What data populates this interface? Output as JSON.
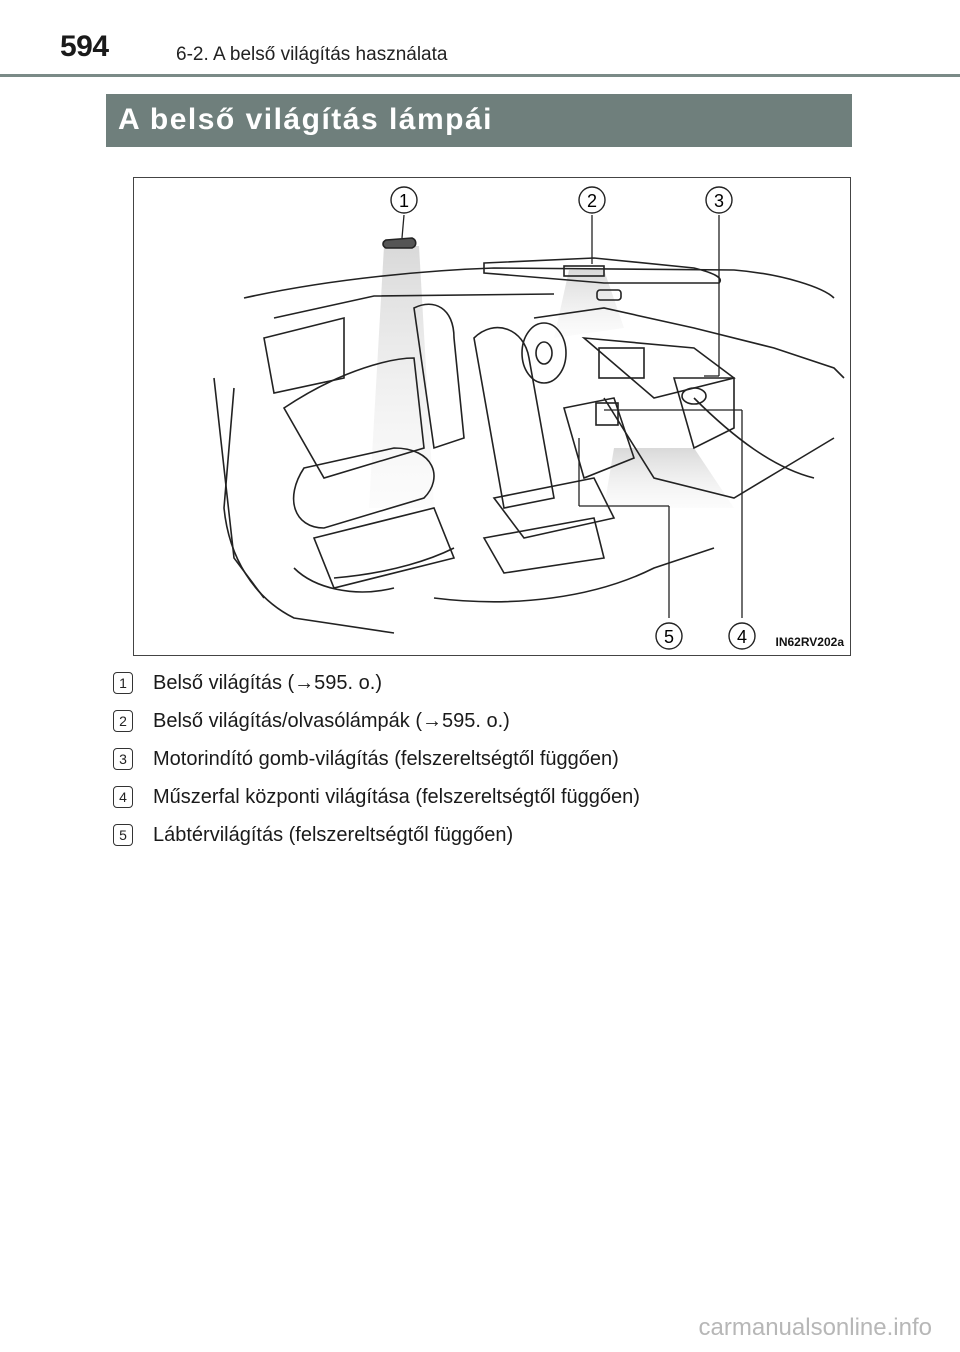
{
  "header": {
    "page_number": "594",
    "section_path": "6-2. A belső világítás használata"
  },
  "title": "A belső világítás lámpái",
  "figure": {
    "code": "IN62RV202a",
    "callouts": [
      "1",
      "2",
      "3",
      "4",
      "5"
    ]
  },
  "legend": [
    {
      "num": "1",
      "text": "Belső világítás (→595. o.)"
    },
    {
      "num": "2",
      "text": "Belső világítás/olvasólámpák (→595. o.)"
    },
    {
      "num": "3",
      "text": "Motorindító gomb-világítás (felszereltségtől függően)"
    },
    {
      "num": "4",
      "text": "Műszerfal központi világítása (felszereltségtől függően)"
    },
    {
      "num": "5",
      "text": "Lábtérvilágítás (felszereltségtől függően)"
    }
  ],
  "watermark": "carmanualsonline.info"
}
